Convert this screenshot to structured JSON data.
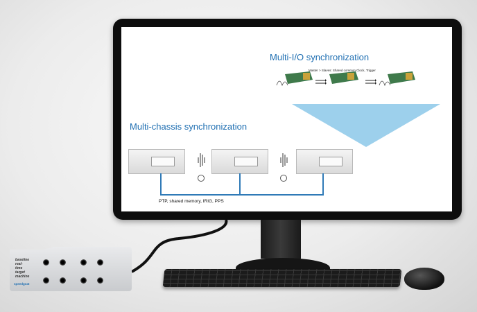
{
  "slide": {
    "title_io": "Multi-I/O synchronization",
    "title_chassis": "Multi-chassis synchronization",
    "io_caption": "Master > Slaves: Shared common Clock, Trigger",
    "chassis_caption": "PTP, shared memory, IRIG, PPS"
  },
  "colors": {
    "accent_blue": "#1f6fb2",
    "triangle": "#9dd0ec",
    "wire": "#2f7ab7"
  },
  "target_box": {
    "label": "Speedgoat baseline real-time target machine"
  }
}
